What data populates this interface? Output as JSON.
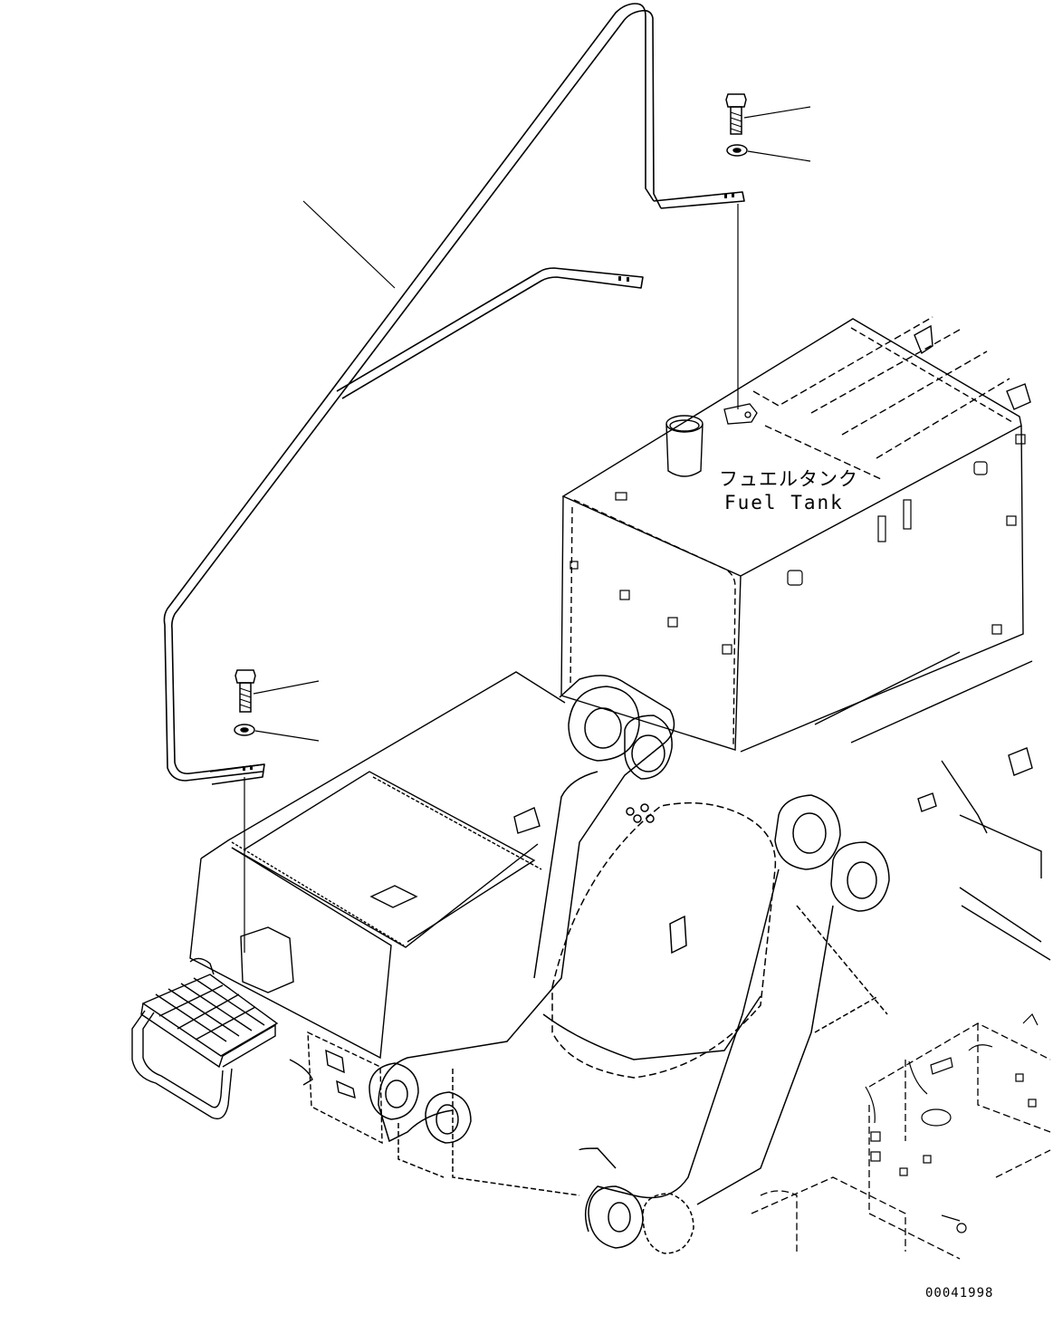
{
  "labels": {
    "component_jp": "フュエルタンク",
    "component_en": "Fuel Tank",
    "drawing_number": "00041998"
  },
  "colors": {
    "line": "#000000",
    "background": "#ffffff"
  }
}
